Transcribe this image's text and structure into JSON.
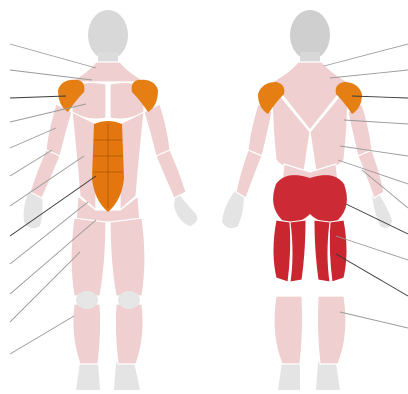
{
  "diagram": {
    "views": [
      "front",
      "back"
    ],
    "highlighted_muscles": {
      "front": [
        "left-deltoid",
        "right-deltoid",
        "abdominals"
      ],
      "back": [
        "left-deltoid",
        "right-deltoid",
        "gluteus",
        "left-hamstrings",
        "right-hamstrings"
      ]
    },
    "colors": {
      "head_grey": "#d6d6d6",
      "body_grey": "#e5e5e5",
      "muscle_pink": "#efcfcf",
      "muscle_outline": "#ffffff",
      "deltoid_orange": "#e57f14",
      "abs_orange": "#e4760f",
      "glute_red": "#cc2b35",
      "hamstring_red": "#c9262f",
      "leader_grey": "#9a9a9a",
      "leader_dark": "#3a3a3a"
    },
    "leader_lines": {
      "front_count": 12,
      "back_count": 12
    }
  }
}
